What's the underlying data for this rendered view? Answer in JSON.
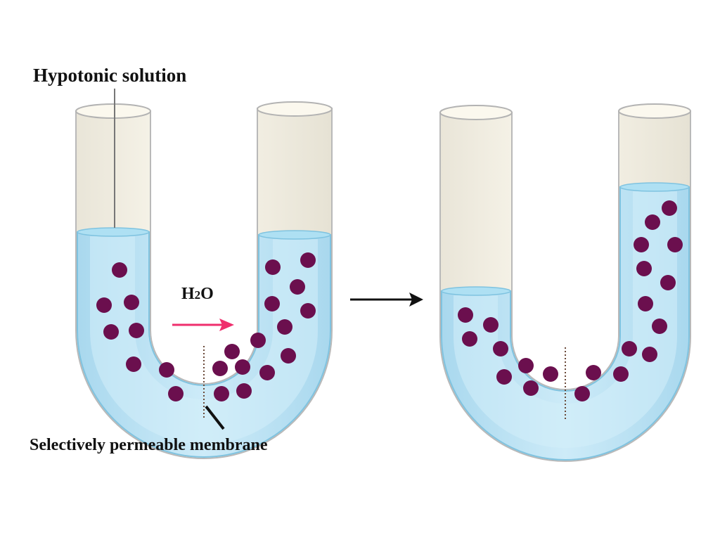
{
  "labels": {
    "hypotonic": "Hypotonic solution",
    "membrane": "Selectively permeable membrane",
    "water_h": "H",
    "water_sub": "2",
    "water_o": "O"
  },
  "colors": {
    "water": "#bfe3f3",
    "water_edge": "#7fc3e0",
    "water_inner": "#d9f0fa",
    "glass": "#f7f3e6",
    "glass_edge": "#b9b9b9",
    "solute": "#6b0f4e",
    "arrow_pink": "#ef2f6d",
    "arrow_black": "#111111"
  },
  "icons": {
    "left_tube": "u-tube-icon",
    "right_tube": "u-tube-icon",
    "flow_arrow": "arrow-right-icon",
    "transition_arrow": "arrow-right-icon"
  }
}
